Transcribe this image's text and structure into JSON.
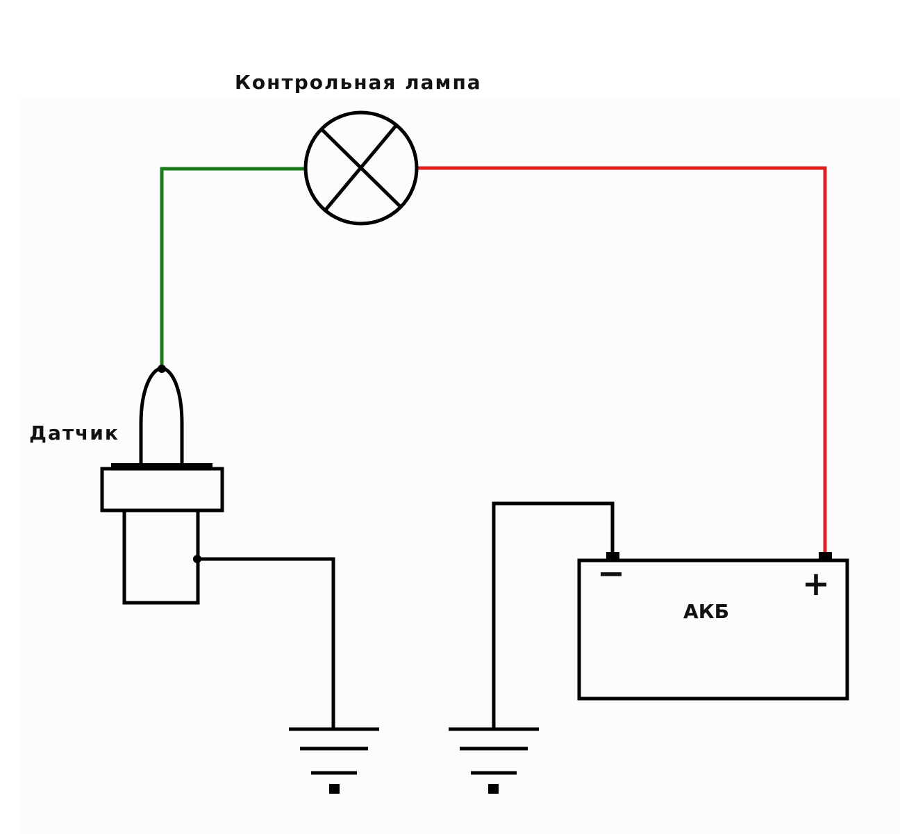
{
  "labels": {
    "lamp": "Контрольная  лампа",
    "sensor": "Датчик",
    "battery": "АКБ",
    "minus": "−",
    "plus": "+"
  },
  "colors": {
    "background": "#fdfcfc",
    "line": "#000000",
    "wire_green": "#1a7a1a",
    "wire_red": "#e01f1f"
  }
}
